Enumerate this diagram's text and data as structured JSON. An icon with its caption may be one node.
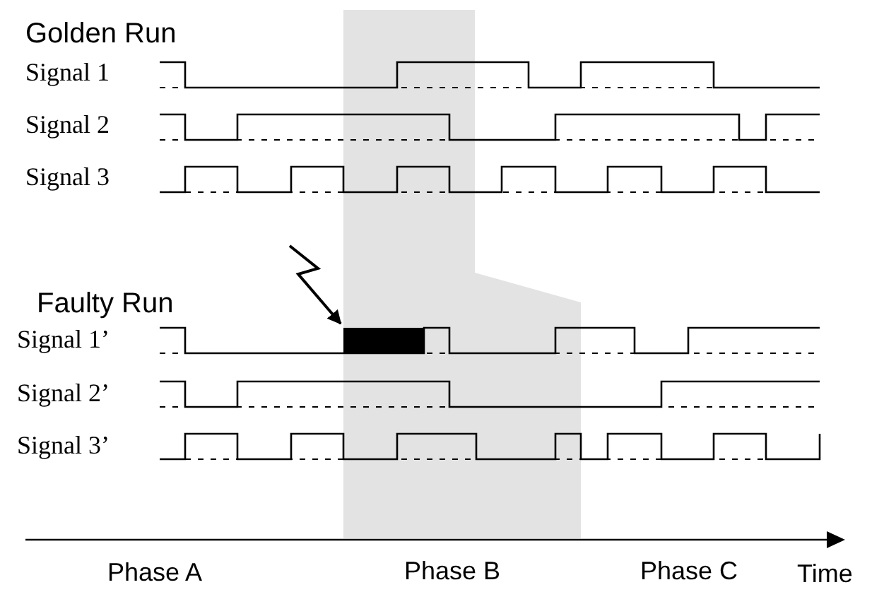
{
  "diagram": {
    "labels": [
      "Golden Run",
      "Signal 1",
      "Signal 2",
      "Signal 3",
      "Faulty Run",
      "Signal 1’",
      "Signal 2’",
      "Signal 3’",
      "Phase A",
      "Phase B",
      "Phase C",
      "Time"
    ]
  }
}
